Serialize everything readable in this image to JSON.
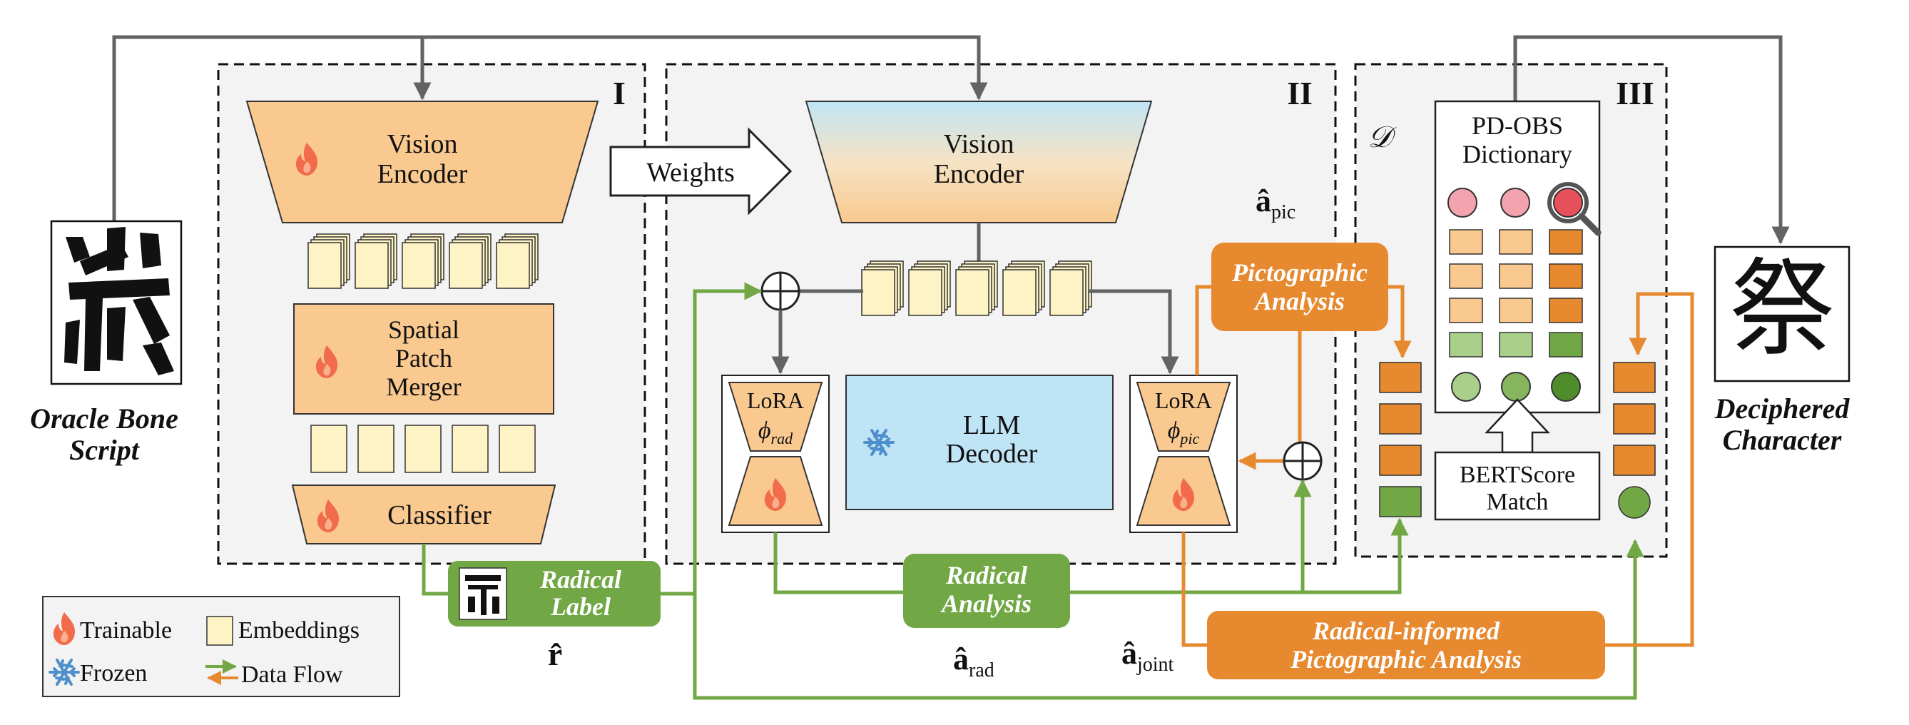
{
  "panels": {
    "panel_1": "I",
    "panel_2": "II",
    "panel_3": "III"
  },
  "stage1": {
    "vision_encoder": [
      "Vision",
      "Encoder"
    ],
    "spatial_patch_merger": [
      "Spatial",
      "Patch",
      "Merger"
    ],
    "classifier": "Classifier"
  },
  "stage2": {
    "weights": "Weights",
    "vision_encoder": [
      "Vision",
      "Encoder"
    ],
    "lora_rad": {
      "title": "LoRA",
      "symbol": "ϕ",
      "subscript": "rad"
    },
    "lora_pic": {
      "title": "LoRA",
      "symbol": "ϕ",
      "subscript": "pic"
    },
    "llm_decoder": [
      "LLM",
      "Decoder"
    ],
    "pictographic_analysis": [
      "Pictographic",
      "Analysis"
    ],
    "a_pic": {
      "symbol": "â",
      "subscript": "pic"
    }
  },
  "stage3": {
    "dict_symbol": "𝒟",
    "dictionary": [
      "PD-OBS",
      "Dictionary"
    ],
    "bertscore": [
      "BERTScore",
      "Match"
    ]
  },
  "inputs": {
    "oracle_caption": [
      "Oracle Bone",
      "Script"
    ],
    "deciphered_caption": [
      "Deciphered",
      "Character"
    ],
    "deciphered_char": "祭"
  },
  "bottom": {
    "radical_label": [
      "Radical",
      "Label"
    ],
    "r_hat": "r̂",
    "radical_analysis": [
      "Radical",
      "Analysis"
    ],
    "a_rad": {
      "symbol": "â",
      "subscript": "rad"
    },
    "a_joint": {
      "symbol": "â",
      "subscript": "joint"
    },
    "radical_informed": [
      "Radical-informed",
      "Pictographic Analysis"
    ]
  },
  "legend": {
    "trainable": "Trainable",
    "embeddings": "Embeddings",
    "frozen": "Frozen",
    "data_flow": "Data Flow"
  },
  "colors": {
    "orange": "#e7892f",
    "green": "#71a845",
    "peach": "#f9c98f",
    "cream": "#fdf3c4",
    "lightblue": "#bfe4f5",
    "gray": "#636363",
    "dot_pink": "#f2a3ae",
    "dot_green": "#86b55e"
  }
}
